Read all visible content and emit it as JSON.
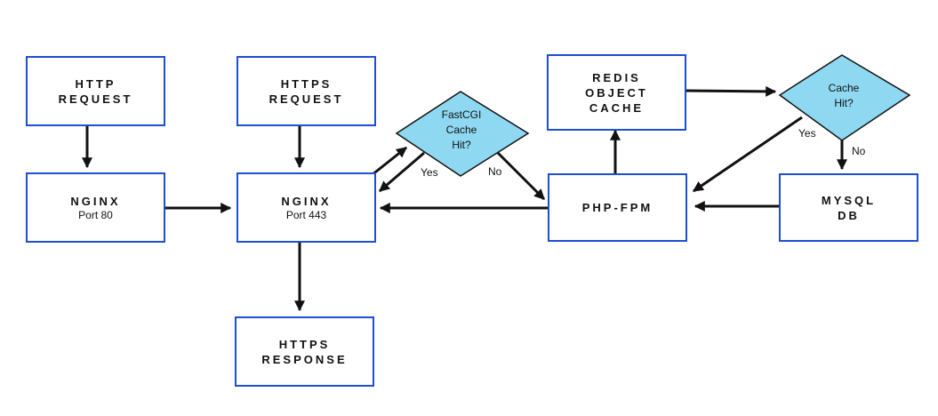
{
  "nodes": {
    "http_request": {
      "title": "HTTP\nREQUEST",
      "sub": ""
    },
    "https_request": {
      "title": "HTTPS\nREQUEST",
      "sub": ""
    },
    "redis": {
      "title": "REDIS\nOBJECT\nCACHE",
      "sub": ""
    },
    "nginx_80": {
      "title": "NGINX",
      "sub": "Port 80"
    },
    "nginx_443": {
      "title": "NGINX",
      "sub": "Port 443"
    },
    "php_fpm": {
      "title": "PHP-FPM",
      "sub": ""
    },
    "mysql": {
      "title": "MYSQL\nDB",
      "sub": ""
    },
    "https_response": {
      "title": "HTTPS\nRESPONSE",
      "sub": ""
    }
  },
  "decisions": {
    "fastcgi": {
      "lines": [
        "FastCGI",
        "Cache",
        "Hit?"
      ],
      "yes": "Yes",
      "no": "No"
    },
    "redis_cache": {
      "lines": [
        "Cache",
        "Hit?"
      ],
      "yes": "Yes",
      "no": "No"
    }
  },
  "colors": {
    "box_border": "#1f4fd1",
    "diamond_fill": "#8ed8f2",
    "arrow": "#111111"
  }
}
